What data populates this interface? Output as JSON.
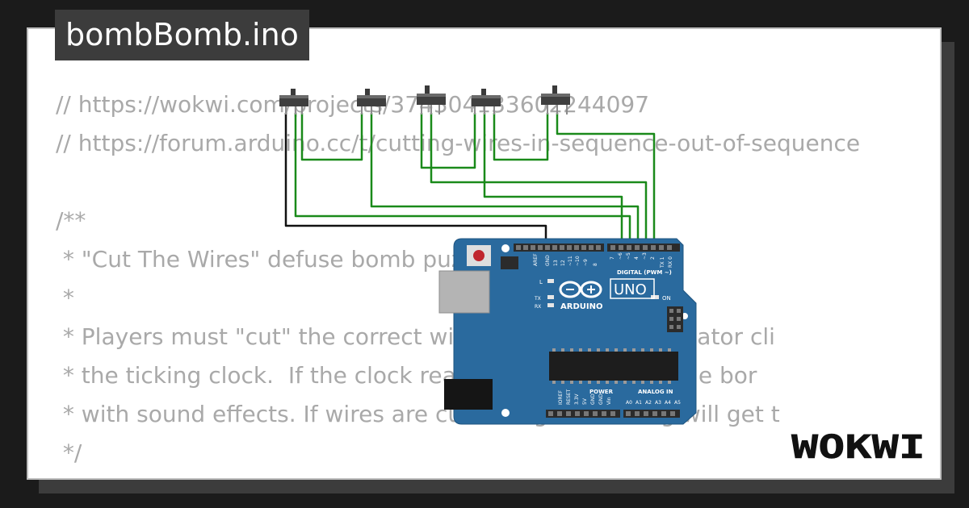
{
  "file": {
    "title": "bombBomb.ino"
  },
  "code": {
    "lines": [
      "// https://wokwi.com/projects/374304133602244097",
      "// https://forum.arduino.cc/t/cutting-wires-in-sequence-out-of-sequence",
      "",
      "/**",
      " * \"Cut The Wires\" defuse bomb puzzle",
      " *",
      " * Players must \"cut\" the correct wires (by releasing alligator cli",
      " * the ticking clock.  If the clock reaches (60 minutes), the bor",
      " * with sound effects. If wires are cut wrong the ticking will get t",
      " */"
    ]
  },
  "board": {
    "brand": "ARDUINO",
    "model": "UNO",
    "digital_label": "DIGITAL (PWM ~)",
    "power_label": "POWER",
    "analog_label": "ANALOG IN",
    "on_label": "ON",
    "l_label": "L",
    "tx_label": "TX",
    "rx_label": "RX",
    "top_pins": [
      "AREF",
      "GND",
      "13",
      "12",
      "~11",
      "~10",
      "~9",
      "8",
      "7",
      "~6",
      "~5",
      "4",
      "~3",
      "2",
      "TX 1",
      "RX 0"
    ],
    "power_pins": [
      "IOREF",
      "RESET",
      "3.3V",
      "5V",
      "GND",
      "GND",
      "Vin"
    ],
    "analog_pins": [
      "A0",
      "A1",
      "A2",
      "A3",
      "A4",
      "A5"
    ]
  },
  "colors": {
    "wire_signal": "#1a8a1a",
    "wire_ground": "#111111",
    "board": "#2a6a9e",
    "code_text": "#a9a9a9"
  },
  "brand": {
    "logo_text": "WOKWI"
  }
}
